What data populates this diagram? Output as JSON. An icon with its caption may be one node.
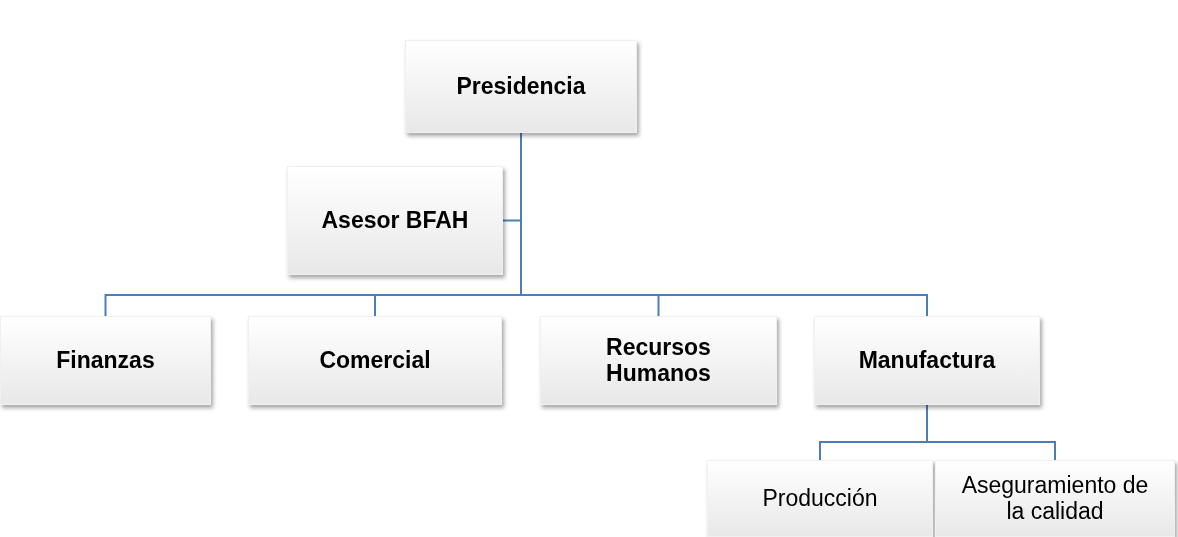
{
  "diagram": {
    "nodes": [
      {
        "text": [
          "Presidencia"
        ]
      },
      {
        "text": [
          "Asesor BFAH"
        ]
      },
      {
        "text": [
          "Finanzas"
        ]
      },
      {
        "text": [
          "Comercial"
        ]
      },
      {
        "text": [
          "Recursos Humanos"
        ]
      },
      {
        "text": [
          "Manufactura"
        ]
      },
      {
        "text": [
          "Producción"
        ]
      },
      {
        "text": [
          "Aseguramiento de la calidad"
        ]
      }
    ],
    "edges": [
      {
        "from": 0,
        "to": 1,
        "arrow": "none"
      },
      {
        "from": 0,
        "to": 2,
        "arrow": "none"
      },
      {
        "from": 0,
        "to": 3,
        "arrow": "none"
      },
      {
        "from": 0,
        "to": 4,
        "arrow": "none"
      },
      {
        "from": 0,
        "to": 5,
        "arrow": "none"
      },
      {
        "from": 5,
        "to": 6,
        "arrow": "none"
      },
      {
        "from": 5,
        "to": 7,
        "arrow": "none"
      }
    ]
  }
}
